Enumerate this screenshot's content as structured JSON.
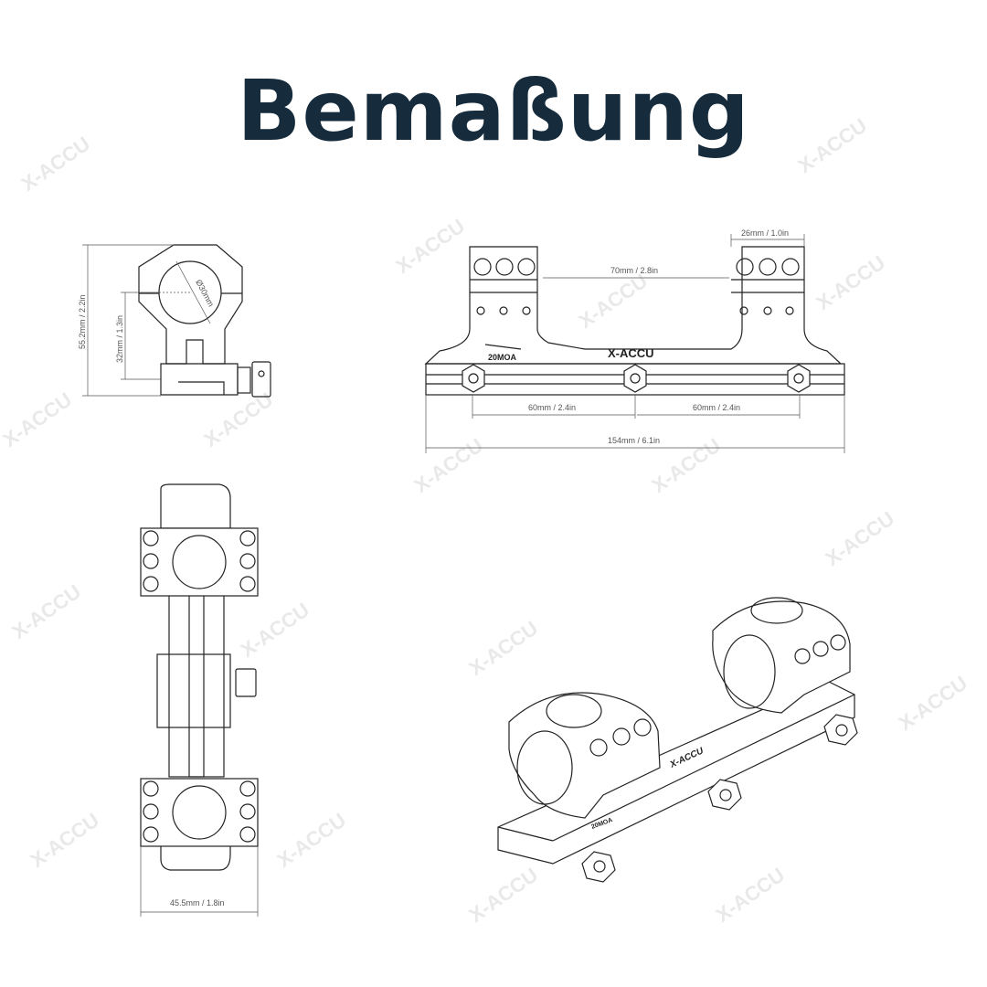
{
  "title": "Bemaßung",
  "colors": {
    "title": "#162b3c",
    "line": "#222222",
    "dimension": "#555555",
    "watermark": "#e9e9e9"
  },
  "watermark": "X-ACCU",
  "side_view": {
    "total_height": "55.2mm / 2.2in",
    "center_height": "32mm / 1.3in",
    "ring_diameter": "Ø30mm"
  },
  "front_view": {
    "ring_width": "26mm / 1.0in",
    "ring_spacing": "70mm / 2.8in",
    "clamp_spacing_left": "60mm / 2.4in",
    "clamp_spacing_right": "60mm / 2.4in",
    "total_length": "154mm / 6.1in",
    "moa_label": "20MOA",
    "brand": "X-ACCU"
  },
  "top_view": {
    "base_width": "45.5mm / 1.8in"
  },
  "iso_view": {
    "moa_label": "20MOA",
    "brand": "X-ACCU"
  }
}
